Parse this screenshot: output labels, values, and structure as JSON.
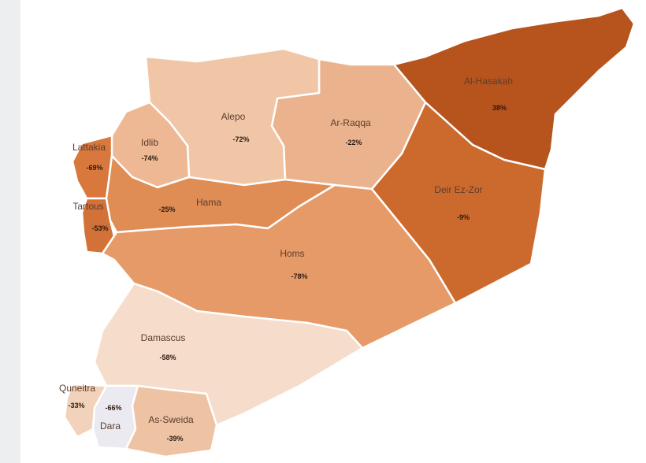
{
  "map": {
    "governorates": [
      {
        "id": "al-hasakah",
        "name": "Al-Hasakah",
        "value": "38%",
        "fill": "#b7541e"
      },
      {
        "id": "deir-ez-zor",
        "name": "Deir Ez-Zor",
        "value": "-9%",
        "fill": "#cc6a2e"
      },
      {
        "id": "ar-raqqa",
        "name": "Ar-Raqqa",
        "value": "-22%",
        "fill": "#ebb38d"
      },
      {
        "id": "alepo",
        "name": "Alepo",
        "value": "-72%",
        "fill": "#f0c6a7"
      },
      {
        "id": "idlib",
        "name": "Idlib",
        "value": "-74%",
        "fill": "#edb893"
      },
      {
        "id": "lattakia",
        "name": "Lattakia",
        "value": "-69%",
        "fill": "#d8783c"
      },
      {
        "id": "tartous",
        "name": "Tartous",
        "value": "-53%",
        "fill": "#d27238"
      },
      {
        "id": "hama",
        "name": "Hama",
        "value": "-25%",
        "fill": "#df8c55"
      },
      {
        "id": "homs",
        "name": "Homs",
        "value": "-78%",
        "fill": "#e69a68"
      },
      {
        "id": "damascus",
        "name": "Damascus",
        "value": "-58%",
        "fill": "#f6dcca"
      },
      {
        "id": "quneitra",
        "name": "Quneitra",
        "value": "-33%",
        "fill": "#f3d2bb"
      },
      {
        "id": "dara",
        "name": "Dara",
        "value": "-66%",
        "fill": "#eaeaf0"
      },
      {
        "id": "as-sweida",
        "name": "As-Sweida",
        "value": "-39%",
        "fill": "#eec3a3"
      }
    ]
  }
}
